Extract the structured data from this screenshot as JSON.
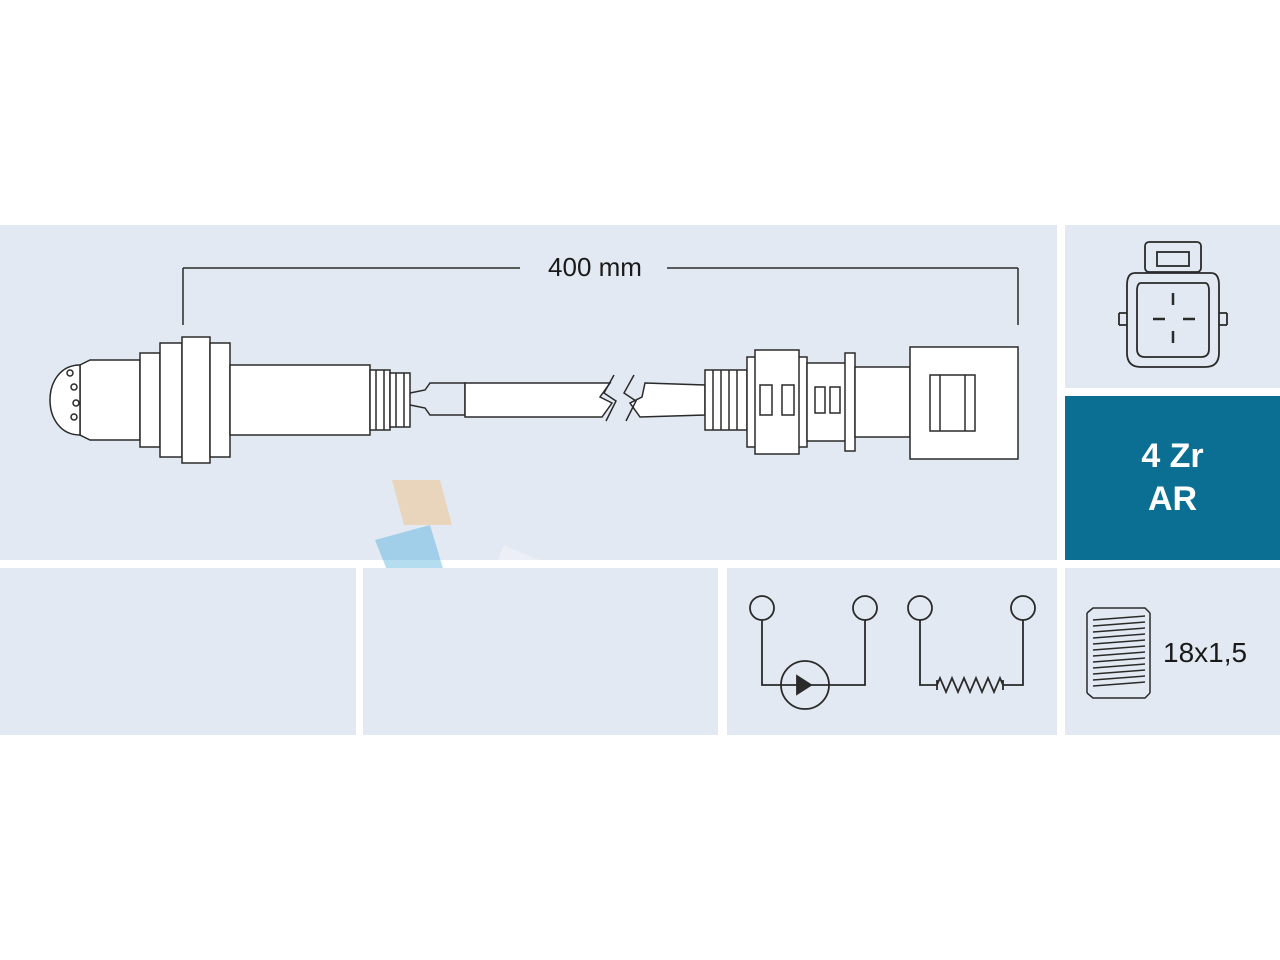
{
  "cable_length": "400 mm",
  "sensor_type": {
    "line1": "4 Zr",
    "line2": "AR"
  },
  "thread": "18x1,5",
  "brand_watermark": "FAE",
  "colors": {
    "panel_bg": "#e3e9f2",
    "type_box": "#0a6f93",
    "line": "#2a2a2a",
    "part_fill": "#ffffff",
    "logo_orange": "#f2b25a",
    "logo_blue": "#2a9fd6"
  }
}
